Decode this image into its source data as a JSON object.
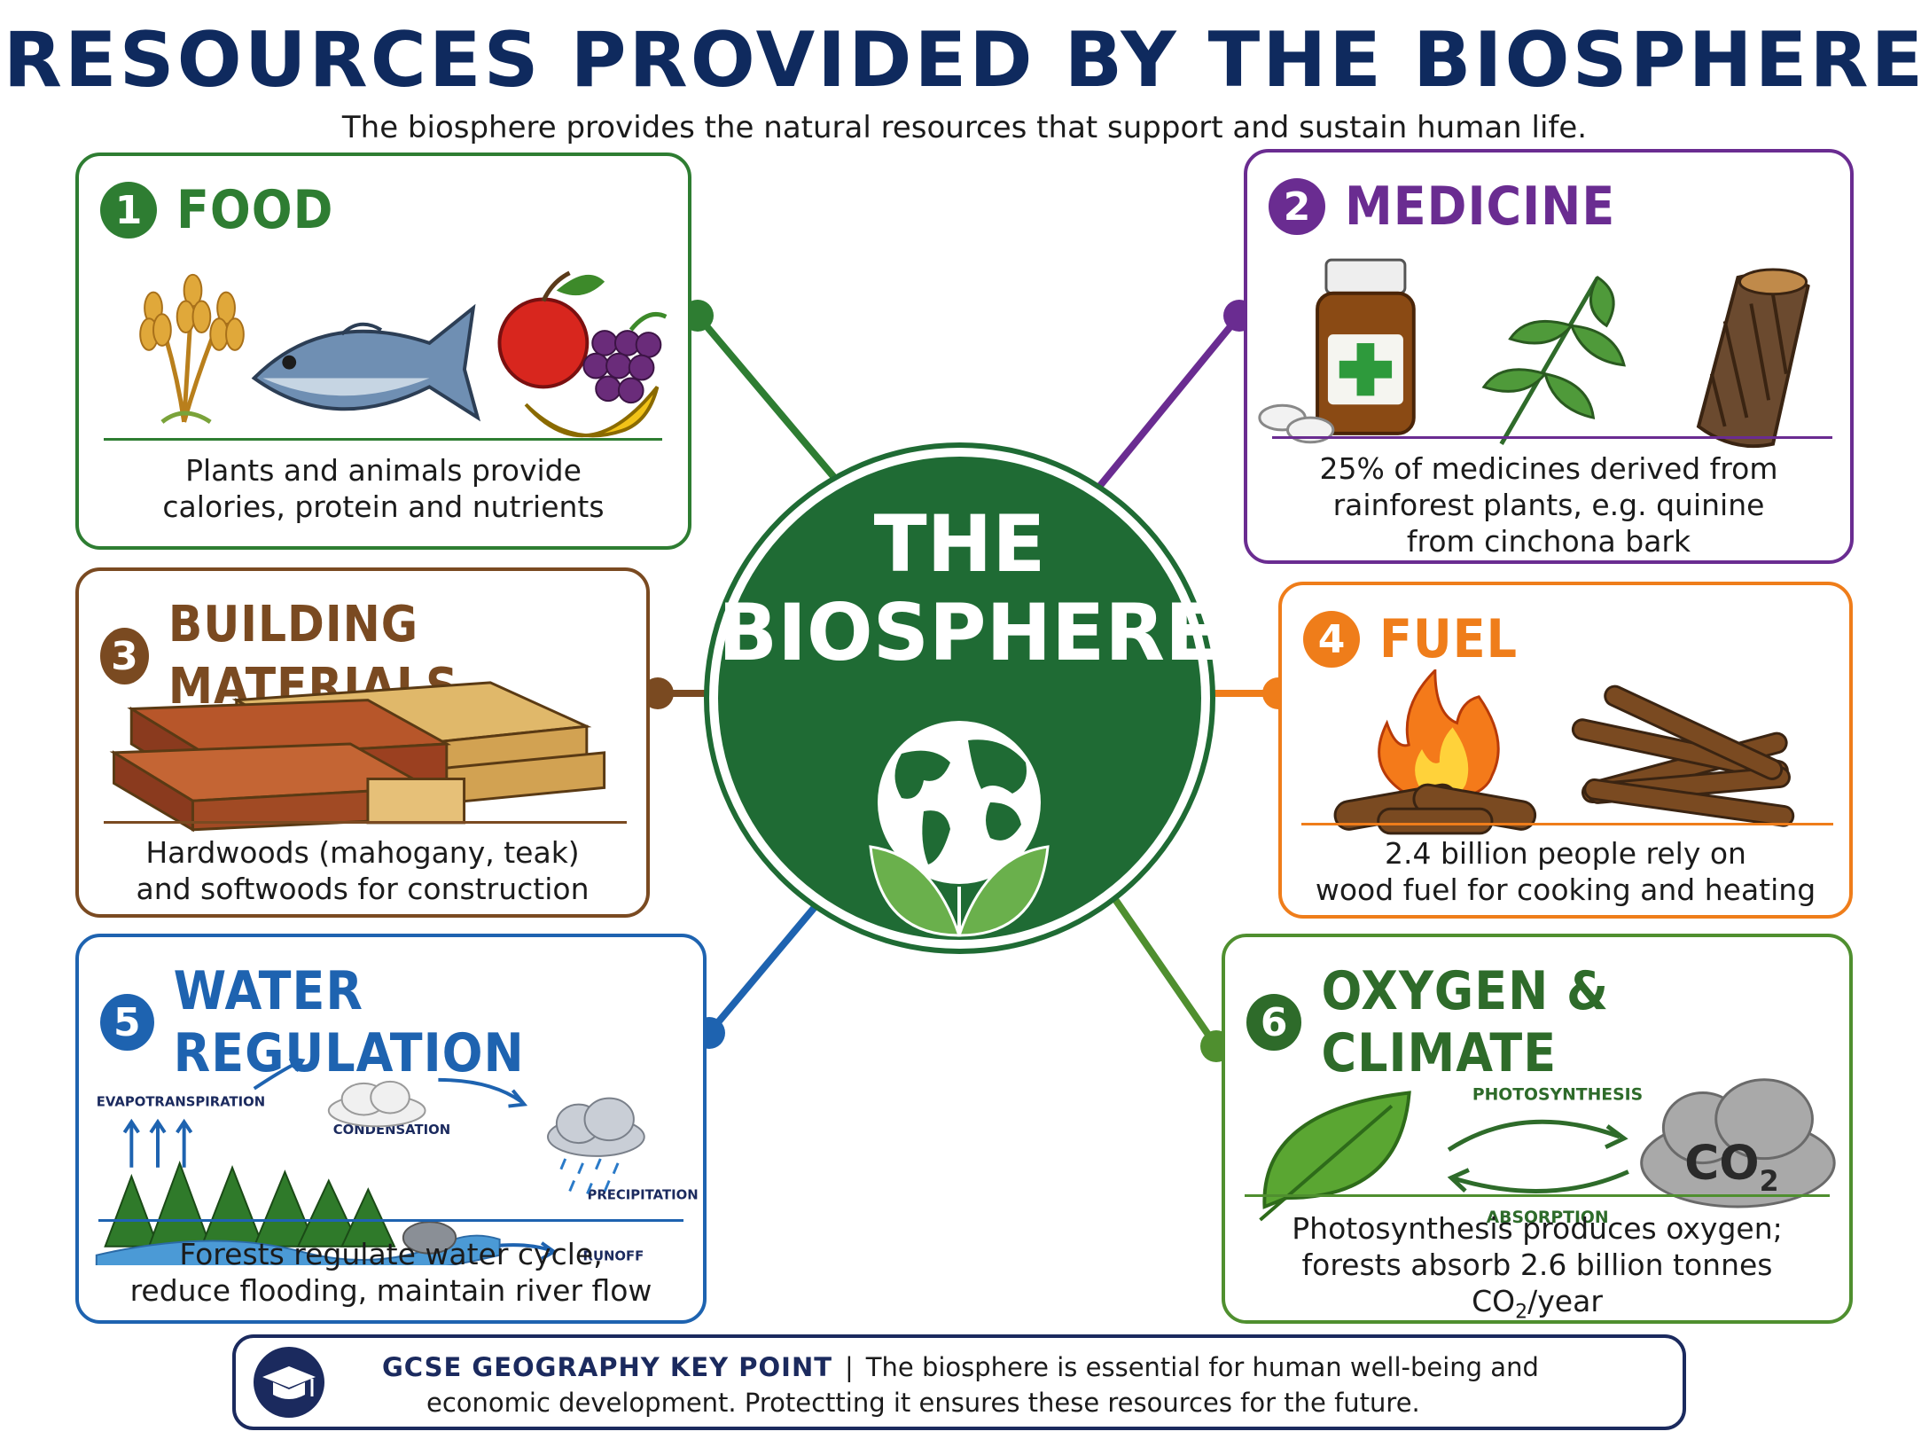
{
  "title": "RESOURCES PROVIDED BY THE BIOSPHERE",
  "subtitle": "The biosphere provides the natural resources that support and sustain human life.",
  "center": {
    "line1": "THE",
    "line2": "BIOSPHERE",
    "color": "#1f6b34"
  },
  "cards": {
    "food": {
      "number": "1",
      "title": "FOOD",
      "color": "#2e7d32",
      "icons": [
        "wheat-icon",
        "fish-icon",
        "fruit-icon"
      ],
      "text": [
        "Plants and animals provide",
        "calories, protein and nutrients"
      ]
    },
    "medicine": {
      "number": "2",
      "title": "MEDICINE",
      "color": "#6a2c91",
      "icons": [
        "medicine-bottle-icon",
        "leaf-branch-icon",
        "bark-icon"
      ],
      "text": [
        "25% of medicines derived from",
        "rainforest plants, e.g. quinine",
        "from cinchona bark"
      ]
    },
    "building": {
      "number": "3",
      "title": "BUILDING MATERIALS",
      "color": "#7a4a21",
      "icons": [
        "timber-planks-icon"
      ],
      "text": [
        "Hardwoods (mahogany, teak)",
        "and softwoods for construction"
      ]
    },
    "fuel": {
      "number": "4",
      "title": "FUEL",
      "color": "#ef7d1a",
      "icons": [
        "campfire-icon",
        "firewood-icon"
      ],
      "text": [
        "2.4 billion people rely on",
        "wood fuel for cooking and heating"
      ]
    },
    "water": {
      "number": "5",
      "title": "WATER REGULATION",
      "color": "#1e63b0",
      "labels": {
        "evapotranspiration": "EVAPOTRANSPIRATION",
        "condensation": "CONDENSATION",
        "precipitation": "PRECIPITATION",
        "runoff": "RUNOFF"
      },
      "text": [
        "Forests regulate water cycle,",
        "reduce flooding, maintain river flow"
      ]
    },
    "oxygen": {
      "number": "6",
      "title": "OXYGEN & CLIMATE",
      "color": "#4f8f2f",
      "labels": {
        "photosynthesis": "PHOTOSYNTHESIS",
        "absorption": "ABSORPTION",
        "co2": "CO",
        "co2_sub": "2"
      },
      "text": [
        "Photosynthesis produces oxygen;",
        "forests absorb 2.6 billion tonnes"
      ],
      "text_co2": "CO",
      "text_co2_sub": "2",
      "text_tail": "/year"
    }
  },
  "footer": {
    "key": "GCSE GEOGRAPHY  KEY POINT",
    "separator": "|",
    "line1": "The biosphere is essential for human well-being and",
    "line2": "economic development. Protectting it ensures these resources for the future.",
    "icon": "graduation-cap-icon"
  }
}
